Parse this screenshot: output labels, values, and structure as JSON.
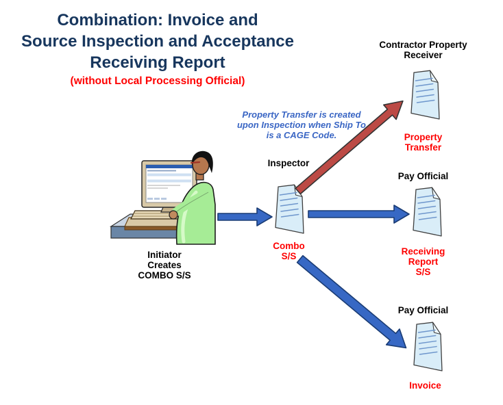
{
  "colors": {
    "title_navy": "#17365D",
    "red_text": "#FE0000",
    "note_blue": "#3A66C4",
    "arrow_blue": "#3768C4",
    "arrow_blue_outline": "#1A3C74",
    "arrow_red": "#BC4A45",
    "arrow_red_outline": "#333333",
    "doc_fill": "#D9EDF8",
    "doc_rule": "#6E96CC"
  },
  "header": {
    "title": "Combination: Invoice and\nSource Inspection and Acceptance\nReceiving Report",
    "subtitle": "(without Local Processing Official)"
  },
  "annotation": {
    "note": "Property Transfer is created\nupon Inspection when Ship To\nis a CAGE Code."
  },
  "initiator": {
    "caption": "Initiator\nCreates\nCOMBO S/S"
  },
  "inspector": {
    "role": "Inspector",
    "document": "Combo\nS/S"
  },
  "contractor_property_receiver": {
    "role": "Contractor Property\nReceiver",
    "document": "Property\nTransfer"
  },
  "pay_official_receiving_report": {
    "role": "Pay Official",
    "document": "Receiving\nReport\nS/S"
  },
  "pay_official_invoice": {
    "role": "Pay Official",
    "document": "Invoice"
  }
}
